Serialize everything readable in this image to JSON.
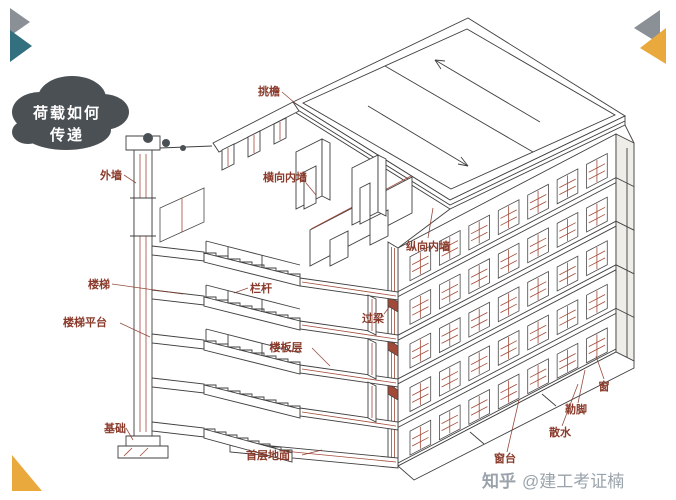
{
  "thought_bubble": {
    "line1": "荷载如何",
    "line2": "传递"
  },
  "labels": {
    "tiaoyan": "挑檐",
    "waiqiang": "外墙",
    "hengxiang": "横向内墙",
    "zongxiang": "纵向内墙",
    "louti": "楼梯",
    "langan": "栏杆",
    "loutipingtai": "楼梯平台",
    "guoliang": "过梁",
    "loubanceng": "楼板层",
    "jichu": "基础",
    "shouceng": "首层地面",
    "chuangtai": "窗台",
    "sanshui": "散水",
    "lejiao": "勒脚",
    "chuang": "窗"
  },
  "watermark": {
    "brand": "知乎",
    "handle": "@建工考证楠"
  },
  "colors": {
    "background": "#ffffff",
    "label": "#8a3a2a",
    "accent_red": "#a14a38",
    "cloud": "#4b5054",
    "gray_triangle": "#8b9096",
    "teal_triangle": "#33707f",
    "yellow_triangle": "#e9a93c",
    "watermark": "#9aa3ab"
  }
}
